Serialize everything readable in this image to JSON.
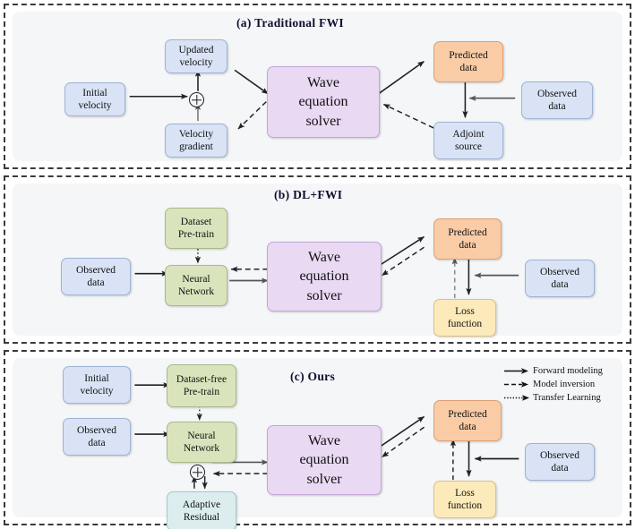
{
  "figure": {
    "panels": [
      {
        "id": "a",
        "title": "(a) Traditional FWI",
        "nodes": [
          {
            "name": "initial-velocity",
            "label": "Initial\nvelocity",
            "color": "blue"
          },
          {
            "name": "updated-velocity",
            "label": "Updated\nvelocity",
            "color": "blue"
          },
          {
            "name": "velocity-gradient",
            "label": "Velocity\ngradient",
            "color": "blue"
          },
          {
            "name": "wave-equation-solver",
            "label": "Wave\nequation\nsolver",
            "color": "purple"
          },
          {
            "name": "predicted-data",
            "label": "Predicted\ndata",
            "color": "orange"
          },
          {
            "name": "observed-data",
            "label": "Observed\ndata",
            "color": "blue"
          },
          {
            "name": "adjoint-source",
            "label": "Adjoint\nsource",
            "color": "blue"
          },
          {
            "name": "sum-operator",
            "label": "⊕",
            "color": "none"
          }
        ]
      },
      {
        "id": "b",
        "title": "(b) DL+FWI",
        "nodes": [
          {
            "name": "dataset-pre-train",
            "label": "Dataset\nPre-train",
            "color": "green"
          },
          {
            "name": "observed-data-left",
            "label": "Observed\ndata",
            "color": "blue"
          },
          {
            "name": "neural-network",
            "label": "Neural\nNetwork",
            "color": "green"
          },
          {
            "name": "wave-equation-solver",
            "label": "Wave\nequation\nsolver",
            "color": "purple"
          },
          {
            "name": "predicted-data",
            "label": "Predicted\ndata",
            "color": "orange"
          },
          {
            "name": "observed-data-right",
            "label": "Observed\ndata",
            "color": "blue"
          },
          {
            "name": "loss-function",
            "label": "Loss\nfunction",
            "color": "yellow"
          }
        ]
      },
      {
        "id": "c",
        "title": "(c) Ours",
        "nodes": [
          {
            "name": "initial-velocity",
            "label": "Initial\nvelocity",
            "color": "blue"
          },
          {
            "name": "dataset-free-pre-train",
            "label": "Dataset-free\nPre-train",
            "color": "green"
          },
          {
            "name": "observed-data-left",
            "label": "Observed\ndata",
            "color": "blue"
          },
          {
            "name": "neural-network",
            "label": "Neural\nNetwork",
            "color": "green"
          },
          {
            "name": "adaptive-residual",
            "label": "Adaptive\nResidual",
            "color": "cyan"
          },
          {
            "name": "wave-equation-solver",
            "label": "Wave\nequation\nsolver",
            "color": "purple"
          },
          {
            "name": "predicted-data",
            "label": "Predicted\ndata",
            "color": "orange"
          },
          {
            "name": "observed-data-right",
            "label": "Observed\ndata",
            "color": "blue"
          },
          {
            "name": "loss-function",
            "label": "Loss\nfunction",
            "color": "yellow"
          },
          {
            "name": "sum-operator",
            "label": "⊕",
            "color": "none"
          }
        ]
      }
    ],
    "legend": {
      "items": [
        {
          "name": "forward-modeling",
          "label": "Forward modeling",
          "style": "solid"
        },
        {
          "name": "model-inversion",
          "label": "Model inversion",
          "style": "dashed"
        },
        {
          "name": "transfer-learning",
          "label": "Transfer Learning",
          "style": "dotted"
        }
      ]
    },
    "labels": {
      "panel_a_title": "(a) Traditional FWI",
      "panel_b_title": "(b) DL+FWI",
      "panel_c_title": "(c) Ours",
      "initial_velocity": "Initial\nvelocity",
      "updated_velocity": "Updated\nvelocity",
      "velocity_gradient": "Velocity\ngradient",
      "wave_equation_solver": "Wave\nequation\nsolver",
      "predicted_data": "Predicted\ndata",
      "observed_data": "Observed\ndata",
      "adjoint_source": "Adjoint\nsource",
      "dataset_pre_train": "Dataset\nPre-train",
      "dataset_free_pre_train": "Dataset-free\nPre-train",
      "neural_network": "Neural\nNetwork",
      "loss_function": "Loss\nfunction",
      "adaptive_residual": "Adaptive\nResidual",
      "legend_forward": "Forward modeling",
      "legend_inversion": "Model inversion",
      "legend_transfer": "Transfer Learning"
    },
    "colors": {
      "blue": "#d9e3f5",
      "purple": "#e9d9f3",
      "orange": "#f9cca6",
      "green": "#d9e4bd",
      "yellow": "#fdeaba",
      "cyan": "#dcedf0",
      "panel_bg": "#f4f6f8",
      "border_dash": "#3a3a3a",
      "arrow": "#222222",
      "title": "#0e0e2e"
    }
  }
}
